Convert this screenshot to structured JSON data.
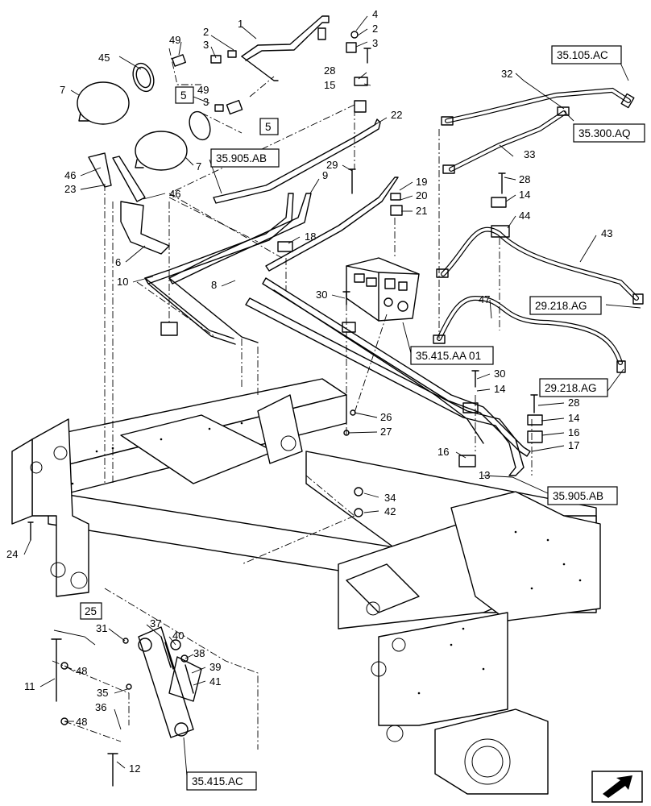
{
  "diagram": {
    "callouts": [
      {
        "id": "c1",
        "text": "1"
      },
      {
        "id": "c2a",
        "text": "2"
      },
      {
        "id": "c2b",
        "text": "2"
      },
      {
        "id": "c3a",
        "text": "3"
      },
      {
        "id": "c3b",
        "text": "3"
      },
      {
        "id": "c3c",
        "text": "3"
      },
      {
        "id": "c4",
        "text": "4"
      },
      {
        "id": "c6",
        "text": "6"
      },
      {
        "id": "c7a",
        "text": "7"
      },
      {
        "id": "c7b",
        "text": "7"
      },
      {
        "id": "c8",
        "text": "8"
      },
      {
        "id": "c9",
        "text": "9"
      },
      {
        "id": "c10",
        "text": "10"
      },
      {
        "id": "c11",
        "text": "11"
      },
      {
        "id": "c12",
        "text": "12"
      },
      {
        "id": "c13",
        "text": "13"
      },
      {
        "id": "c14a",
        "text": "14"
      },
      {
        "id": "c14b",
        "text": "14"
      },
      {
        "id": "c14c",
        "text": "14"
      },
      {
        "id": "c15",
        "text": "15"
      },
      {
        "id": "c16a",
        "text": "16"
      },
      {
        "id": "c16b",
        "text": "16"
      },
      {
        "id": "c17",
        "text": "17"
      },
      {
        "id": "c18",
        "text": "18"
      },
      {
        "id": "c19",
        "text": "19"
      },
      {
        "id": "c20",
        "text": "20"
      },
      {
        "id": "c21",
        "text": "21"
      },
      {
        "id": "c22",
        "text": "22"
      },
      {
        "id": "c23",
        "text": "23"
      },
      {
        "id": "c24",
        "text": "24"
      },
      {
        "id": "c26",
        "text": "26"
      },
      {
        "id": "c27",
        "text": "27"
      },
      {
        "id": "c28a",
        "text": "28"
      },
      {
        "id": "c28b",
        "text": "28"
      },
      {
        "id": "c28c",
        "text": "28"
      },
      {
        "id": "c29",
        "text": "29"
      },
      {
        "id": "c30a",
        "text": "30"
      },
      {
        "id": "c30b",
        "text": "30"
      },
      {
        "id": "c31",
        "text": "31"
      },
      {
        "id": "c32",
        "text": "32"
      },
      {
        "id": "c33",
        "text": "33"
      },
      {
        "id": "c34",
        "text": "34"
      },
      {
        "id": "c35",
        "text": "35"
      },
      {
        "id": "c36",
        "text": "36"
      },
      {
        "id": "c37",
        "text": "37"
      },
      {
        "id": "c38",
        "text": "38"
      },
      {
        "id": "c39",
        "text": "39"
      },
      {
        "id": "c40",
        "text": "40"
      },
      {
        "id": "c41",
        "text": "41"
      },
      {
        "id": "c42",
        "text": "42"
      },
      {
        "id": "c43",
        "text": "43"
      },
      {
        "id": "c44",
        "text": "44"
      },
      {
        "id": "c45",
        "text": "45"
      },
      {
        "id": "c46a",
        "text": "46"
      },
      {
        "id": "c46b",
        "text": "46"
      },
      {
        "id": "c47",
        "text": "47"
      },
      {
        "id": "c48a",
        "text": "48"
      },
      {
        "id": "c48b",
        "text": "48"
      },
      {
        "id": "c49a",
        "text": "49"
      },
      {
        "id": "c49b",
        "text": "49"
      }
    ],
    "boxed_labels": [
      {
        "id": "r5a",
        "text": "5"
      },
      {
        "id": "r5b",
        "text": "5"
      },
      {
        "id": "r25",
        "text": "25"
      }
    ],
    "reference_boxes": [
      {
        "id": "ref-35105ac",
        "text": "35.105.AC"
      },
      {
        "id": "ref-35300aq",
        "text": "35.300.AQ"
      },
      {
        "id": "ref-35905ab-top",
        "text": "35.905.AB"
      },
      {
        "id": "ref-29218ag-a",
        "text": "29.218.AG"
      },
      {
        "id": "ref-35415aa01",
        "text": "35.415.AA 01"
      },
      {
        "id": "ref-29218ag-b",
        "text": "29.218.AG"
      },
      {
        "id": "ref-35905ab-bottom",
        "text": "35.905.AB"
      },
      {
        "id": "ref-35415ac",
        "text": "35.415.AC"
      }
    ],
    "orientation_icon": "arrow-direction-icon"
  }
}
